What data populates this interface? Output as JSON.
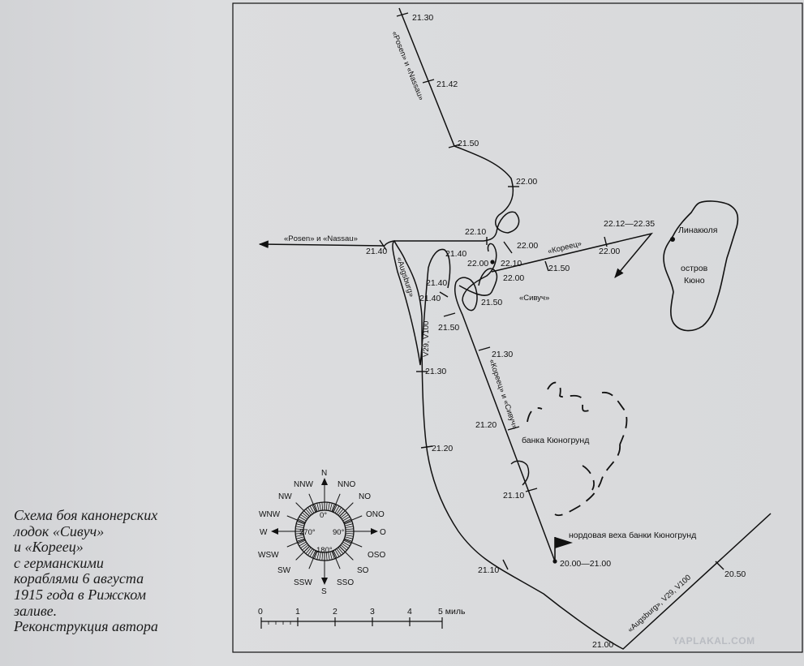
{
  "caption": {
    "lines": [
      "Схема боя канонерских",
      "лодок «Сивуч»",
      "и «Кореец»",
      "с германскими",
      "кораблями 6 августа",
      "1915 года в Рижском",
      "заливе.",
      "Реконструкция автора"
    ]
  },
  "ships": {
    "posen_nassau_top": "«Posen» и «Nassau»",
    "posen_nassau_exit": "«Posen» и «Nassau»",
    "augsburg_loop": "«Augsburg»",
    "v29_v100": "V29, V100",
    "koreets_sivuch": "«Кореец» и «Сивуч»",
    "koreets": "«Кореец»",
    "sivuch": "«Сивуч»",
    "augsburg_v29_v100": "«Augsburg», V29, V100"
  },
  "times": {
    "t2130_top": "21.30",
    "t2142": "21.42",
    "t2150_top": "21.50",
    "t2200_top": "22.00",
    "t2210_a": "22.10",
    "t2200_b": "22.00",
    "t2140_left": "21.40",
    "t2140_b": "21.40",
    "t2200_c": "22.00",
    "t2210_b": "22.10",
    "t2200_d": "22.00",
    "t2150_k": "21.50",
    "t2212_2235": "22.12—22.35",
    "t2200_e": "22.00",
    "t2140_c": "21.40",
    "t2140_d": "21.40",
    "t2150_s": "21.50",
    "t2150_e": "21.50",
    "t2130_k": "21.30",
    "t2130_a": "21.30",
    "t2120_k": "21.20",
    "t2120_a": "21.20",
    "t2110_k": "21.10",
    "t2110_a": "21.10",
    "t2000_2100": "20.00—21.00",
    "t2100": "21.00",
    "t2050": "20.50"
  },
  "places": {
    "linakyulya": "Линакюля",
    "island_l1": "остров",
    "island_l2": "Кюно",
    "bank": "банка Кюногрунд",
    "beacon": "нордовая веха банки Кюногрунд"
  },
  "compass": {
    "N": "N",
    "NNO": "NNO",
    "NO": "NO",
    "ONO": "ONO",
    "O": "O",
    "OSO": "OSO",
    "SO": "SO",
    "SSO": "SSO",
    "S": "S",
    "SSW": "SSW",
    "SW": "SW",
    "WSW": "WSW",
    "W": "W",
    "WNW": "WNW",
    "NW": "NW",
    "NNW": "NNW",
    "deg0": "0°",
    "deg90": "90°",
    "deg180": "180°",
    "deg270": "270°"
  },
  "scale": {
    "labels": [
      "0",
      "1",
      "2",
      "3",
      "4"
    ],
    "last": "5 миль"
  },
  "watermark": "YAPLAKAL.COM",
  "colors": {
    "ink": "#111111",
    "paper": "#d9dadc",
    "watermark": "#b9bcc2"
  }
}
